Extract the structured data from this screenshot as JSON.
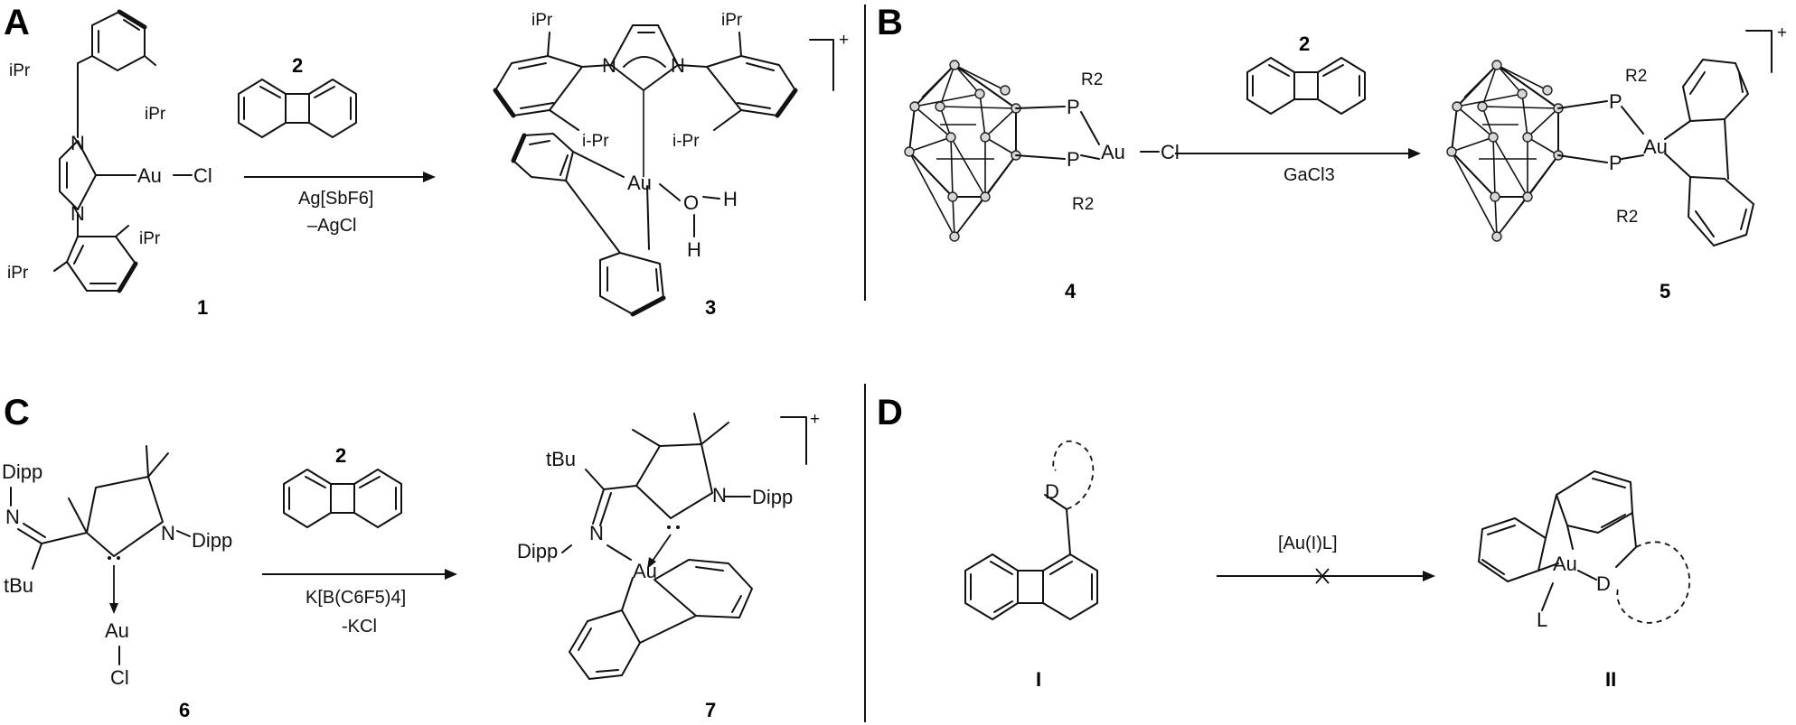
{
  "panels": {
    "A": {
      "letter": "A",
      "reactant_label": "1",
      "product_label": "3",
      "reagent_label": "2",
      "conditions": [
        "Ag[SbF6]",
        "–AgCl"
      ],
      "atoms": {
        "au_reactant": "Au",
        "cl": "Cl",
        "n": "N",
        "ipr_top_left": "iPr",
        "ipr_top_right": "iPr",
        "ipr_bottom_left": "iPr",
        "ipr_bottom_right": "iPr",
        "au_product": "Au",
        "o": "O",
        "h1": "H",
        "h2": "H",
        "ipr_p_left": "iPr",
        "ipr_p_right": "iPr",
        "iprl": "i-Pr",
        "iprr": "i-Pr",
        "charge": "+"
      }
    },
    "B": {
      "letter": "B",
      "reactant_label": "4",
      "product_label": "5",
      "reagent_label": "2",
      "conditions": [
        "GaCl3"
      ],
      "atoms": {
        "p": "P",
        "r2": "R2",
        "au": "Au",
        "cl": "Cl",
        "charge": "+"
      }
    },
    "C": {
      "letter": "C",
      "reactant_label": "6",
      "product_label": "7",
      "reagent_label": "2",
      "conditions": [
        "K[B(C6F5)4]",
        "-KCl"
      ],
      "atoms": {
        "dipp": "Dipp",
        "n": "N",
        "tbu": "tBu",
        "au": "Au",
        "cl": "Cl",
        "charge": "+"
      }
    },
    "D": {
      "letter": "D",
      "reactant_label": "I",
      "product_label": "II",
      "conditions": [
        "[Au(I)L]"
      ],
      "atoms": {
        "d": "D",
        "au": "Au",
        "l": "L"
      }
    }
  }
}
